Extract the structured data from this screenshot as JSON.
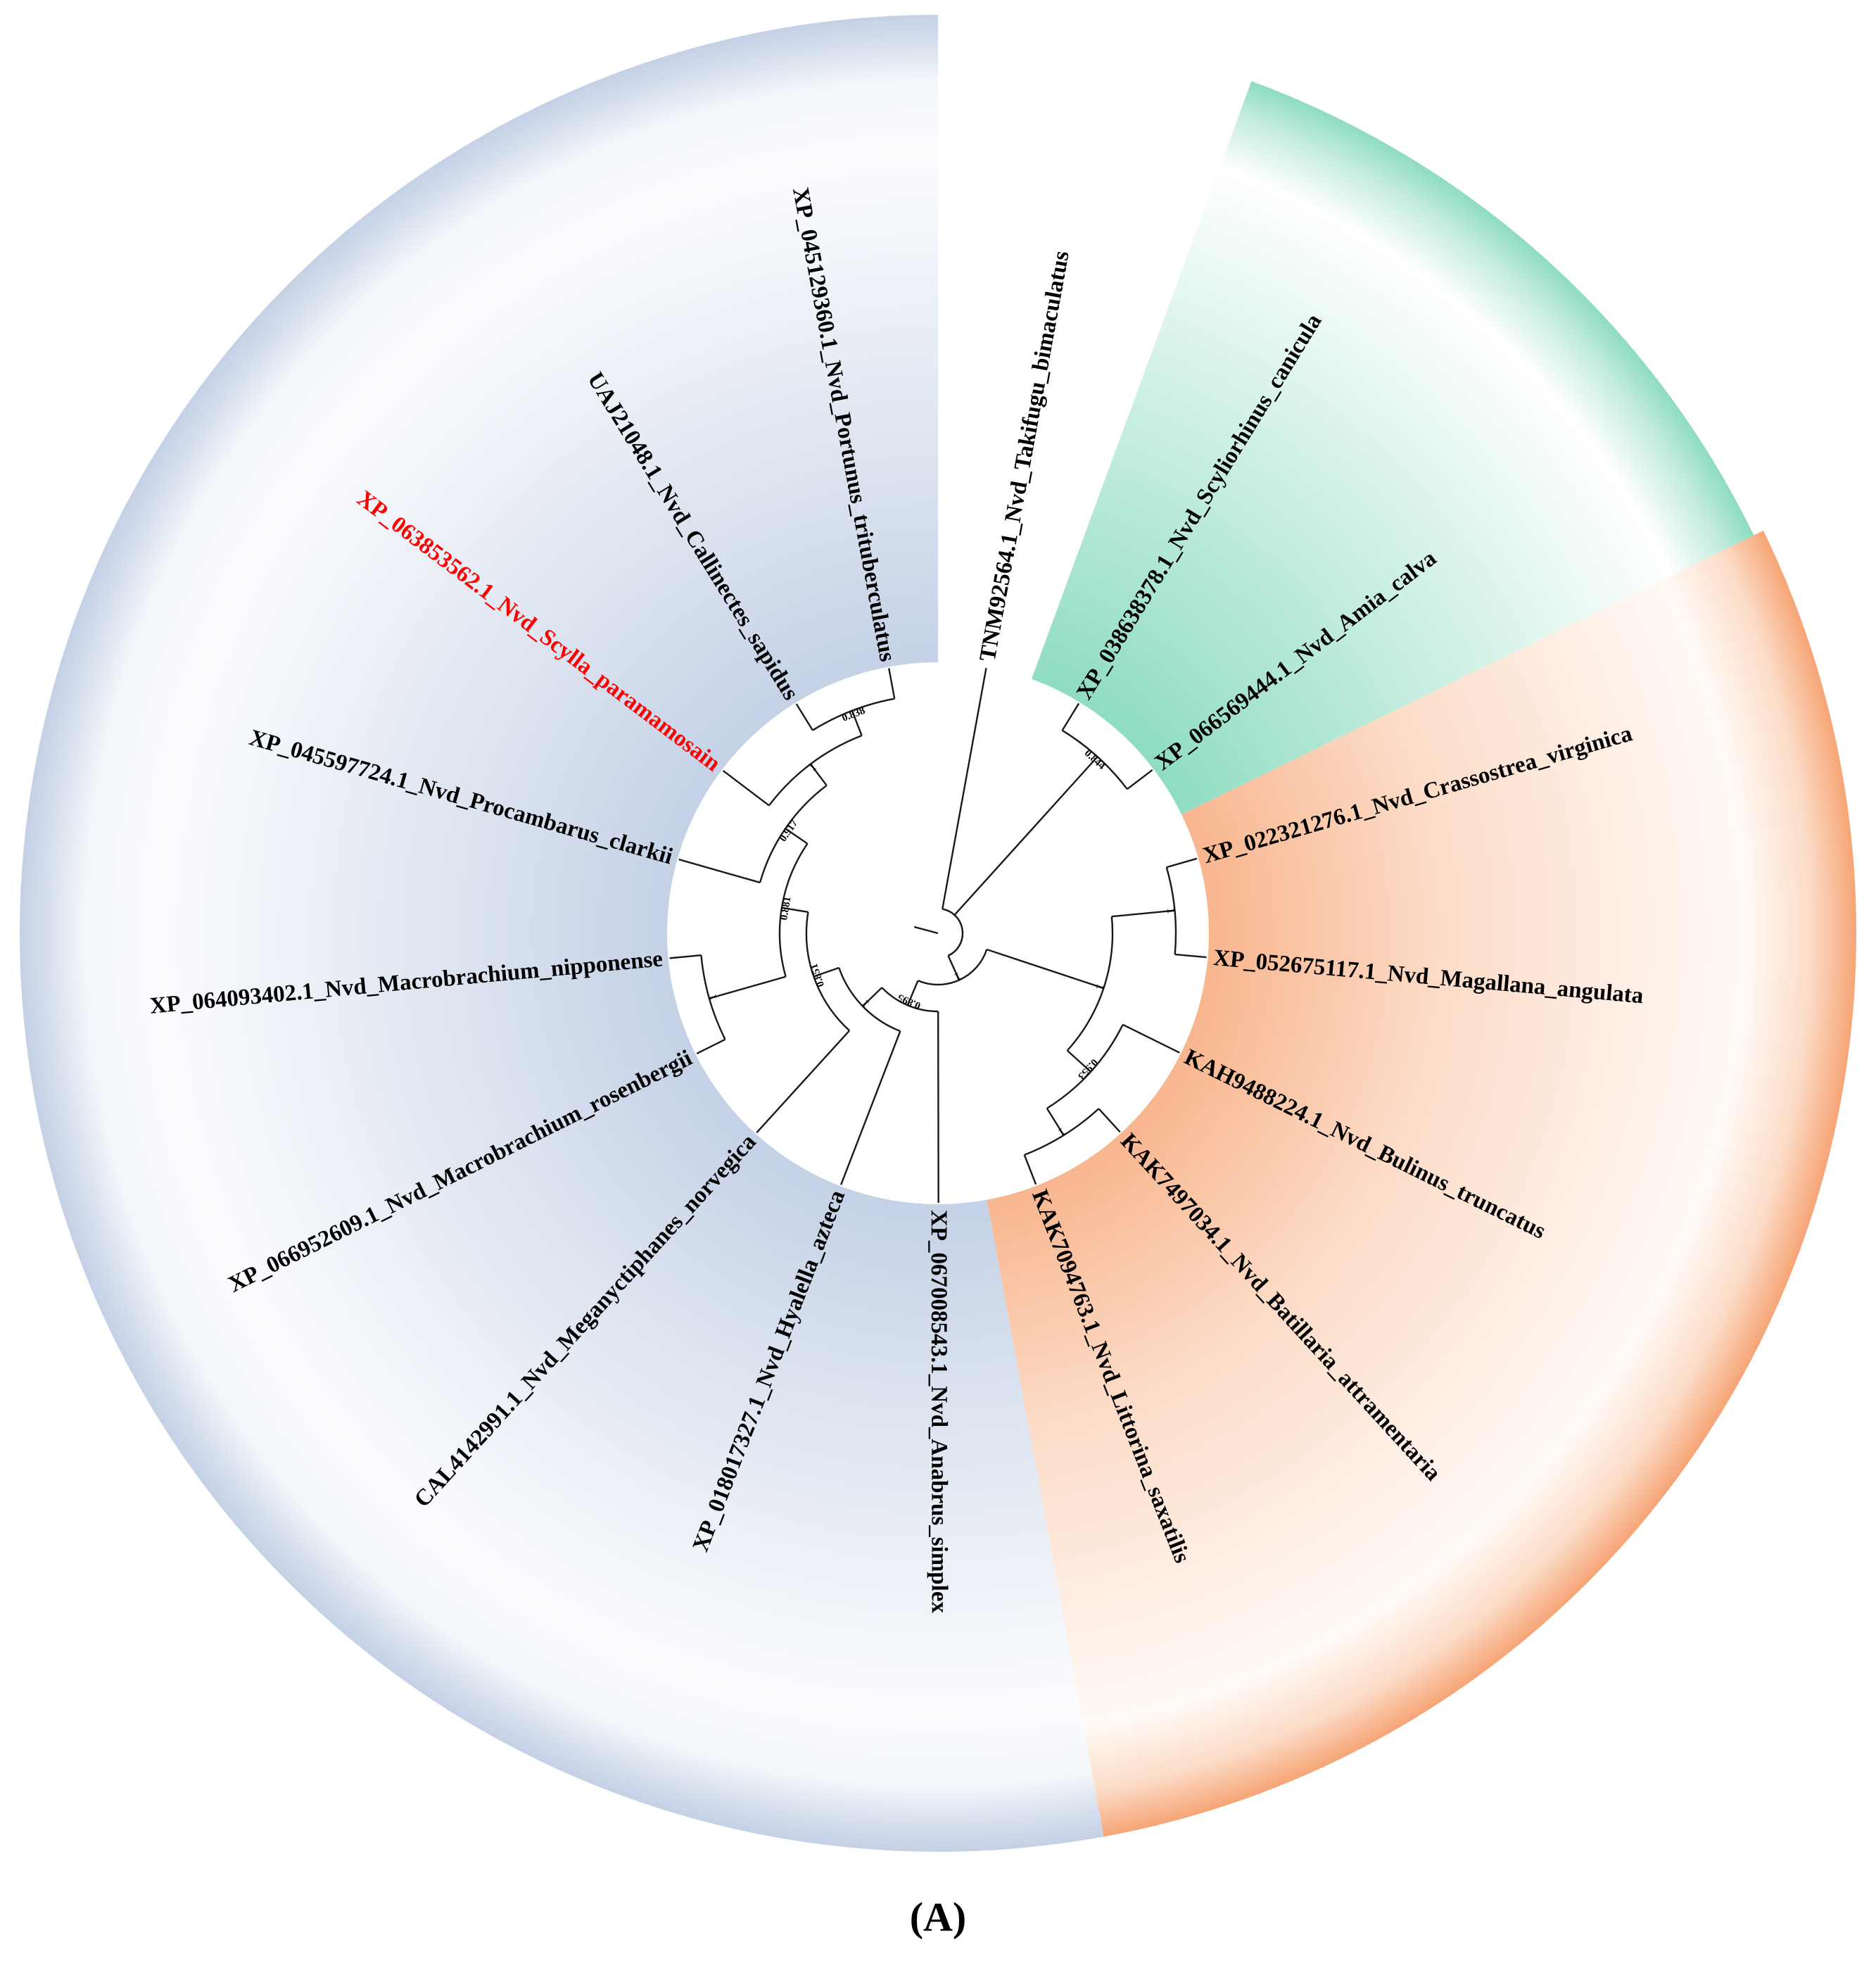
{
  "figure_label": "(A)",
  "colors": {
    "blue_clade": "#c4d1e6",
    "green_clade": "#8edcc1",
    "orange_clade": "#f8b58d",
    "highlight": "#ff0000",
    "branch": "#1a1a1a"
  },
  "chart_data": {
    "type": "phylogenetic-tree",
    "layout": "circular",
    "leaves": [
      "TNM92564.1_Nvd_Takifugu_bimaculatus",
      "XP_038638378.1_Nvd_Scyliorhinus_canicula",
      "XP_066569444.1_Nvd_Amia_calva",
      "XP_022321276.1_Nvd_Crassostrea_virginica",
      "XP_052675117.1_Nvd_Magallana_angulata",
      "KAH9488224.1_Nvd_Bulinus_truncatus",
      "KAK7497034.1_Nvd_Batillaria_attramentaria",
      "KAK7094763.1_Nvd_Littorina_saxatilis",
      "XP_067008543.1_Nvd_Anabrus_simplex",
      "XP_018017327.1_Nvd_Hyalella_azteca",
      "CAL4142991.1_Nvd_Meganyctiphanes_norvegica",
      "XP_066952609.1_Nvd_Macrobrachium_rosenbergii",
      "XP_064093402.1_Nvd_Macrobrachium_nipponense",
      "XP_045597724.1_Nvd_Procambarus_clarkii",
      "XP_063853562.1_Nvd_Scylla_paramamosain",
      "UAJ21048.1_Nvd_Callinectes_sapidus",
      "XP_045129360.1_Nvd_Portunus_trituberculatus"
    ],
    "highlighted_leaf": "XP_063853562.1_Nvd_Scylla_paramamosain",
    "tree": {
      "support": "",
      "children": [
        0,
        {
          "support": "0.844",
          "children": [
            1,
            2
          ]
        },
        {
          "support": "1",
          "children": [
            {
              "support": "1",
              "children": [
                {
                  "support": "1",
                  "children": [
                    3,
                    4
                  ]
                },
                {
                  "support": "0.953",
                  "children": [
                    5,
                    {
                      "support": "1",
                      "children": [
                        6,
                        7
                      ]
                    }
                  ]
                }
              ]
            },
            {
              "support": "0.895",
              "children": [
                8,
                {
                  "support": "1",
                  "children": [
                    9,
                    {
                      "support": "0.851",
                      "children": [
                        10,
                        {
                          "support": "0.881",
                          "children": [
                            {
                              "support": "1",
                              "children": [
                                11,
                                12
                              ]
                            },
                            {
                              "support": "0.917",
                              "children": [
                                13,
                                {
                                  "support": "1",
                                  "children": [
                                    14,
                                    {
                                      "support": "0.838",
                                      "children": [
                                        15,
                                        16
                                      ]
                                    }
                                  ]
                                }
                              ]
                            }
                          ]
                        }
                      ]
                    }
                  ]
                }
              ]
            }
          ]
        }
      ]
    },
    "clades": [
      {
        "color": "green",
        "members": [
          "XP_038638378.1_Nvd_Scyliorhinus_canicula",
          "XP_066569444.1_Nvd_Amia_calva"
        ]
      },
      {
        "color": "orange",
        "members": [
          "XP_022321276.1_Nvd_Crassostrea_virginica",
          "XP_052675117.1_Nvd_Magallana_angulata",
          "KAH9488224.1_Nvd_Bulinus_truncatus",
          "KAK7497034.1_Nvd_Batillaria_attramentaria",
          "KAK7094763.1_Nvd_Littorina_saxatilis"
        ]
      },
      {
        "color": "blue",
        "members": [
          "XP_067008543.1_Nvd_Anabrus_simplex",
          "XP_018017327.1_Nvd_Hyalella_azteca",
          "CAL4142991.1_Nvd_Meganyctiphanes_norvegica",
          "XP_066952609.1_Nvd_Macrobrachium_rosenbergii",
          "XP_064093402.1_Nvd_Macrobrachium_nipponense",
          "XP_045597724.1_Nvd_Procambarus_clarkii",
          "XP_063853562.1_Nvd_Scylla_paramamosain",
          "UAJ21048.1_Nvd_Callinectes_sapidus",
          "XP_045129360.1_Nvd_Portunus_trituberculatus"
        ]
      }
    ]
  }
}
